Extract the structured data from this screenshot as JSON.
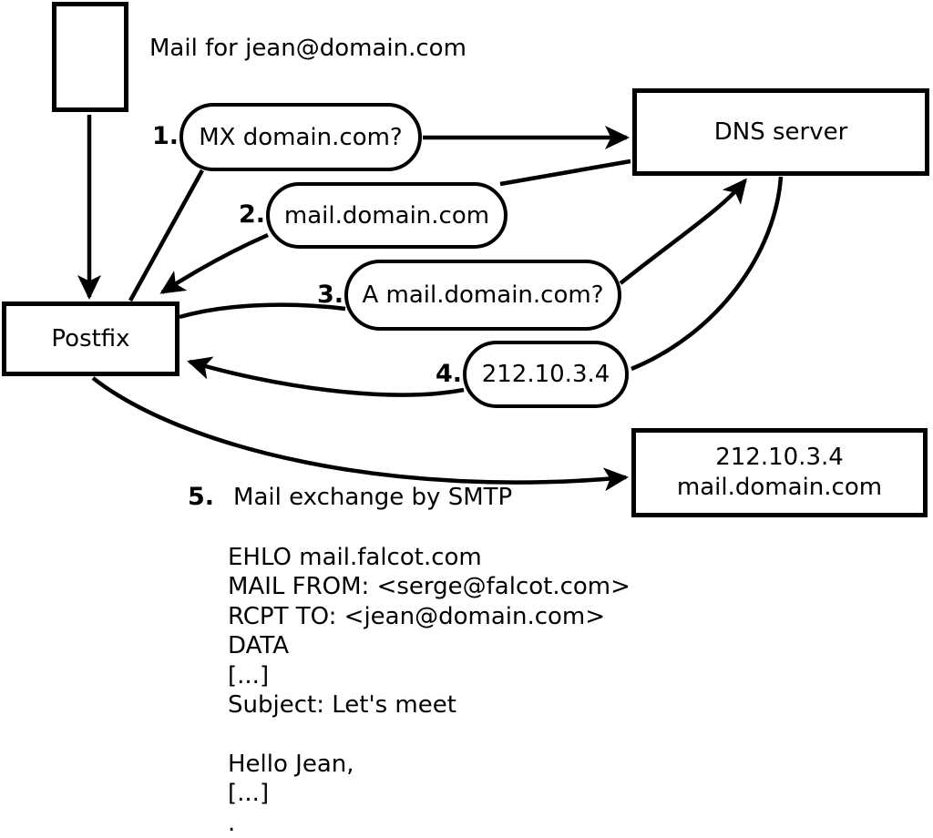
{
  "diagram": {
    "mail_note": "Mail for jean@domain.com",
    "nodes": {
      "postfix_label": "Postfix",
      "dns_label": "DNS server",
      "destination_line1": "212.10.3.4",
      "destination_line2": "mail.domain.com"
    },
    "steps": [
      {
        "num": "1.",
        "label": "MX domain.com?"
      },
      {
        "num": "2.",
        "label": "mail.domain.com"
      },
      {
        "num": "3.",
        "label": "A mail.domain.com?"
      },
      {
        "num": "4.",
        "label": "212.10.3.4"
      },
      {
        "num": "5.",
        "label": "Mail exchange by SMTP"
      }
    ],
    "smtp_session": [
      "EHLO mail.falcot.com",
      "MAIL FROM: <serge@falcot.com>",
      "RCPT TO: <jean@domain.com>",
      "DATA",
      "[...]",
      "Subject: Let's meet",
      "",
      "Hello Jean,",
      "[...]",
      "."
    ],
    "colors": {
      "line": "#000000",
      "fill": "#ffffff"
    }
  }
}
